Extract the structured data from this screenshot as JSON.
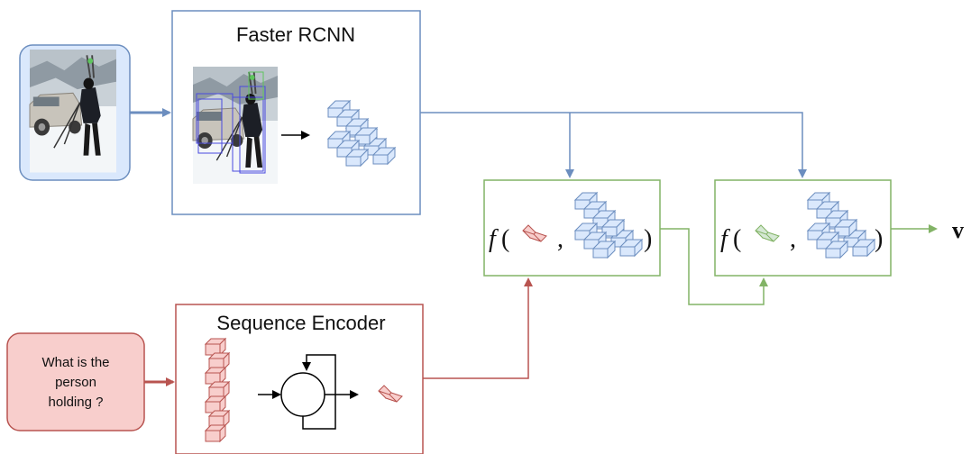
{
  "faster_rcnn": {
    "title": "Faster RCNN"
  },
  "sequence_encoder": {
    "title": "Sequence Encoder"
  },
  "question": {
    "lines": [
      "What is the",
      "person",
      "holding ?"
    ]
  },
  "fusion": {
    "func": "f",
    "open_paren": "(",
    "comma": ",",
    "close_paren": ")"
  },
  "output": {
    "symbol": "v"
  },
  "colors": {
    "blue_stroke": "#6c8ebf",
    "blue_fill": "#dae8fc",
    "red_stroke": "#b85450",
    "red_fill": "#f8cecc",
    "green_stroke": "#82b366",
    "green_fill": "#d5e8d4"
  }
}
